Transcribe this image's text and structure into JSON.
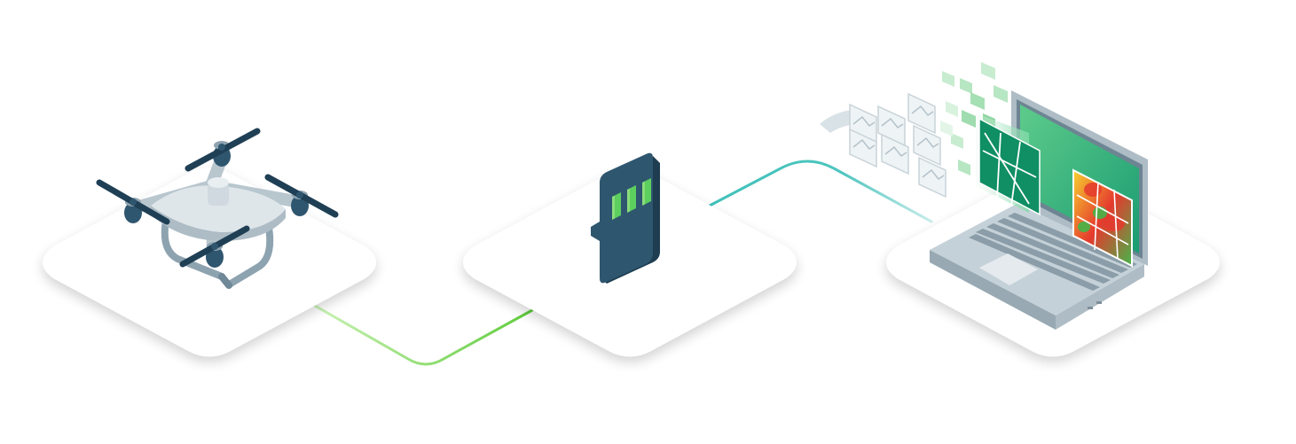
{
  "diagram": {
    "steps": [
      {
        "id": "drone",
        "icon": "drone-icon"
      },
      {
        "id": "memory-card",
        "icon": "sd-card-icon"
      },
      {
        "id": "laptop",
        "icon": "laptop-icon"
      }
    ],
    "connectors": [
      {
        "from": "drone",
        "to": "memory-card",
        "color": "#7ed957"
      },
      {
        "from": "memory-card",
        "to": "laptop",
        "color": "#3fc1b9"
      }
    ]
  },
  "colors": {
    "platform": "#ffffff",
    "platform_shadow": "#dbe6ec",
    "drone_body": "#cfd9df",
    "drone_dark": "#2f566f",
    "card_body": "#2f566f",
    "card_stripe": "#5ccf5e",
    "laptop_body": "#c5d1d8",
    "screen": "#1fa27c",
    "heatmap_hot": "#e53a2e",
    "heatmap_warm": "#f7d22f",
    "heatmap_cool": "#44b649"
  }
}
